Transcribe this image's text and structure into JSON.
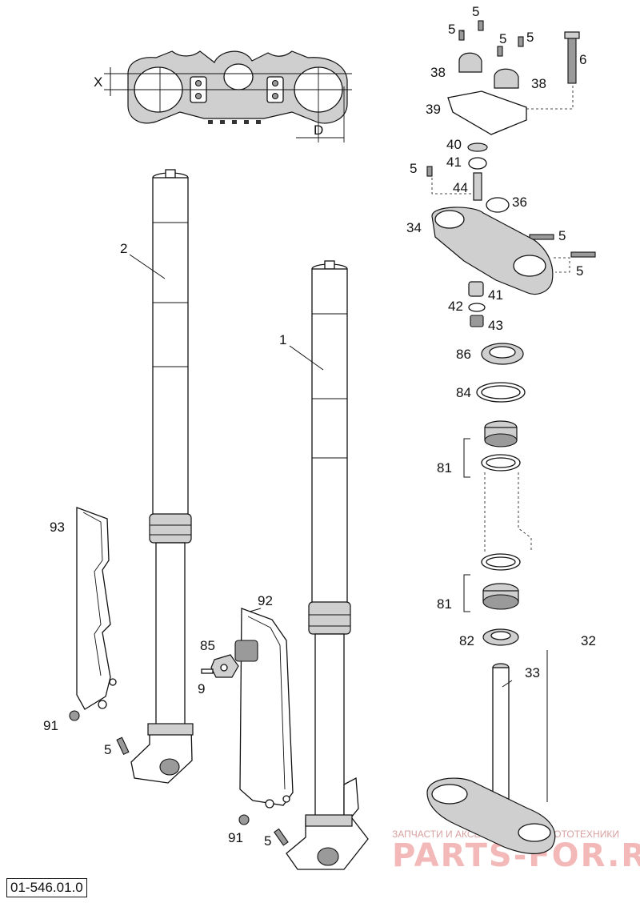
{
  "drawing_number": "01-546.01.0",
  "dimension_labels": {
    "x": "X",
    "d": "D"
  },
  "watermark": {
    "caption": "ЗАПЧАСТИ И АКСЕССУАРЫ ДЛЯ МОТОТЕХНИКИ",
    "brand": "PARTS-FOR.RU"
  },
  "callouts": {
    "c1": "1",
    "c2": "2",
    "c5a": "5",
    "c5b": "5",
    "c5c": "5",
    "c5d": "5",
    "c5e": "5",
    "c5f": "5",
    "c5g": "5",
    "c5h": "5",
    "c5i": "5",
    "c6": "6",
    "c9": "9",
    "c32": "32",
    "c33": "33",
    "c34": "34",
    "c36": "36",
    "c38a": "38",
    "c38b": "38",
    "c39": "39",
    "c40": "40",
    "c41a": "41",
    "c41b": "41",
    "c42": "42",
    "c43": "43",
    "c44": "44",
    "c81a": "81",
    "c81b": "81",
    "c82": "82",
    "c84": "84",
    "c85": "85",
    "c86": "86",
    "c91a": "91",
    "c91b": "91",
    "c92": "92",
    "c93": "93"
  }
}
